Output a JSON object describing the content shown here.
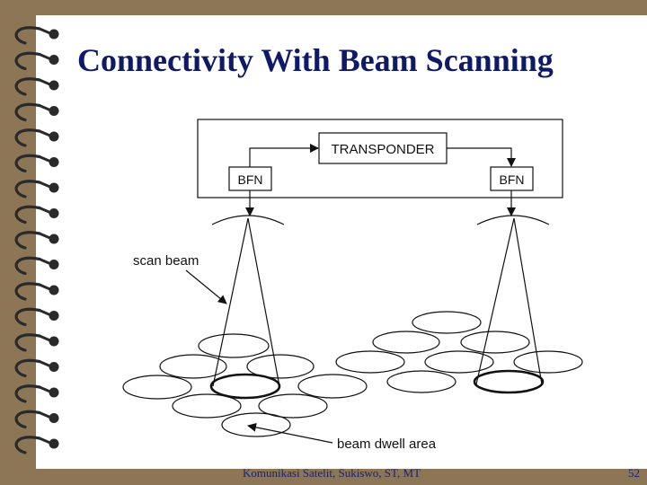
{
  "slide": {
    "title": "Connectivity With Beam Scanning",
    "footer": "Komunikasi Satelit, Sukiswo, ST, MT",
    "page_number": "52"
  },
  "diagram": {
    "transponder_label": "TRANSPONDER",
    "bfn_left_label": "BFN",
    "bfn_right_label": "BFN",
    "scan_beam_label": "scan beam",
    "beam_dwell_label": "beam dwell area"
  },
  "colors": {
    "background": "#8c7656",
    "slide": "#ffffff",
    "title": "#0f1a66",
    "binding_ring": "#2a2a2a"
  }
}
